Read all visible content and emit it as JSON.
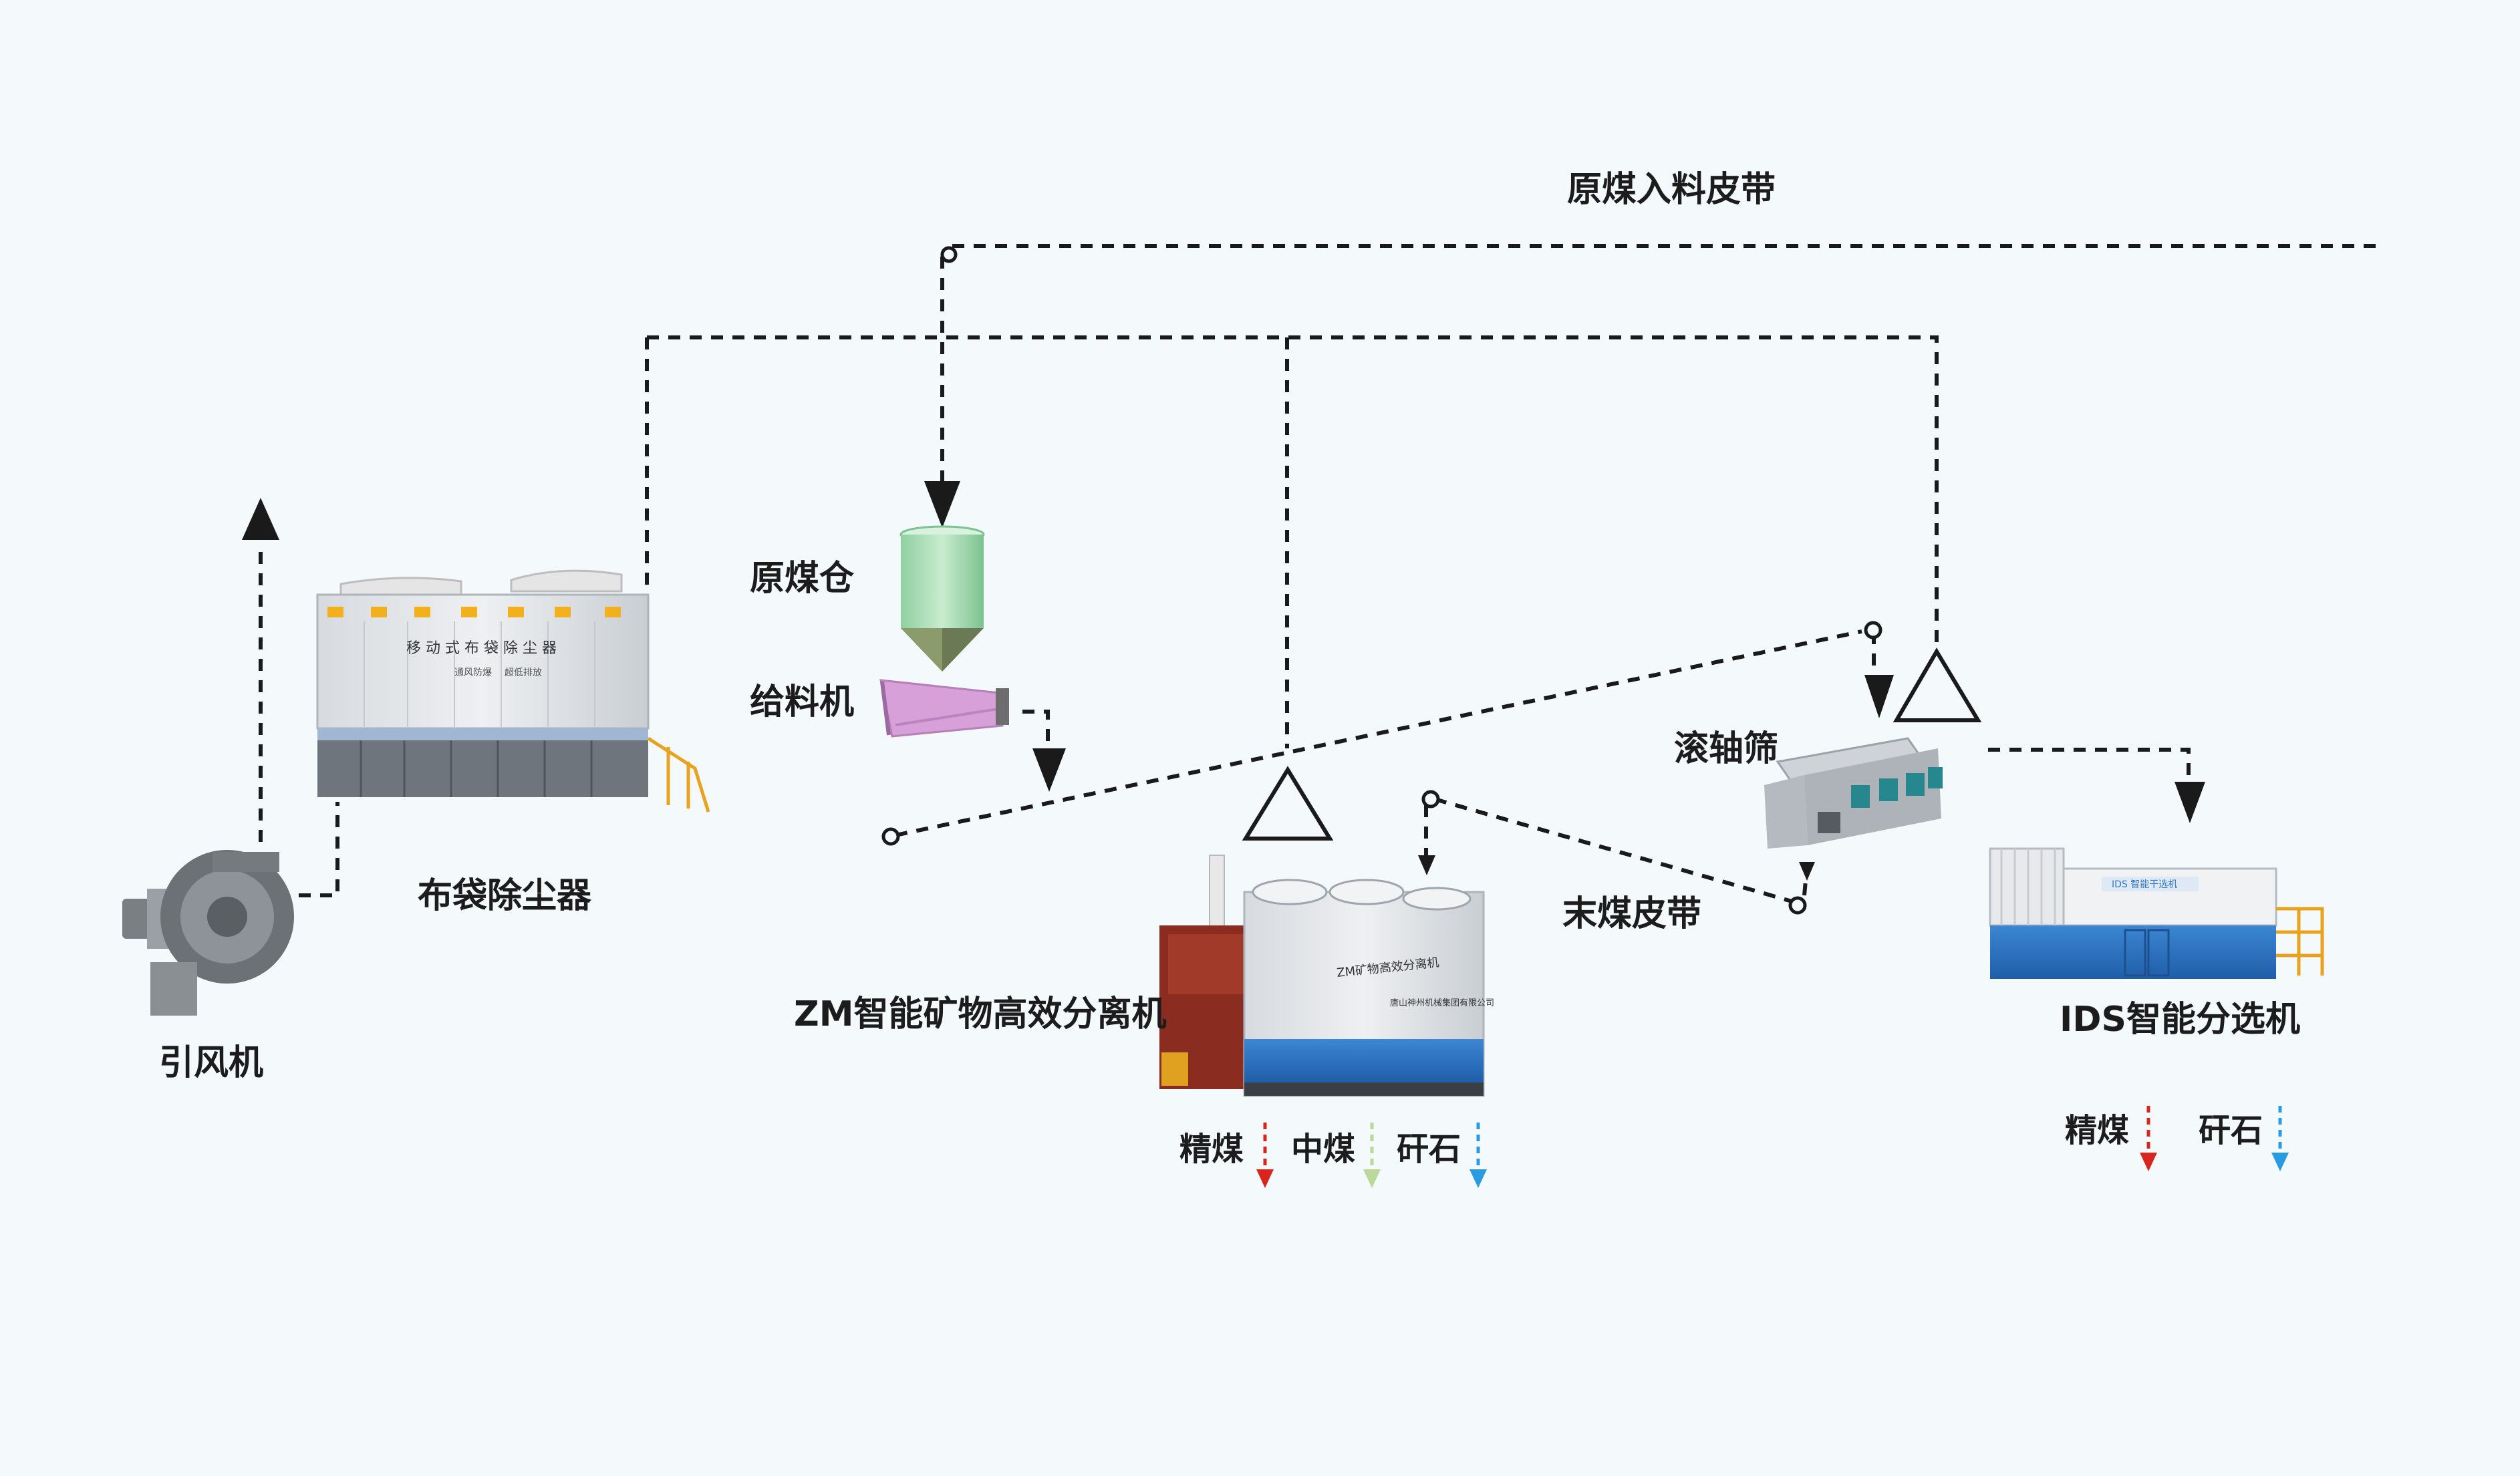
{
  "labels": {
    "raw_coal_belt": "原煤入料皮带",
    "raw_coal_bin": "原煤仓",
    "feeder": "给料机",
    "bag_dust_collector": "布袋除尘器",
    "induced_fan": "引风机",
    "roller_screen": "滚轴筛",
    "fine_coal_belt": "末煤皮带",
    "zm_separator": "ZM智能矿物高效分离机",
    "ids_separator": "IDS智能分选机"
  },
  "outputs": {
    "zm": [
      "精煤",
      "中煤",
      "矸石"
    ],
    "ids": [
      "精煤",
      "矸石"
    ]
  },
  "equipment_text": {
    "dust_collector_panel": "移 动 式 布 袋 除 尘 器",
    "dust_collector_slogans": [
      "通风防爆",
      "超低排放"
    ],
    "zm_panel": "ZM矿物高效分离机",
    "zm_company": "唐山神州机械集团有限公司",
    "ids_banner": "IDS 智能干选机"
  },
  "colors": {
    "background": "#f4f9fc",
    "line": "#1a1a1a",
    "concentrate_arrow": "#d8261f",
    "middling_arrow": "#b9d89a",
    "gangue_arrow": "#2a9be0",
    "bin_green": "#a7dcb4",
    "feeder_pink": "#d7a0d8",
    "machine_blue": "#2f78c7"
  }
}
